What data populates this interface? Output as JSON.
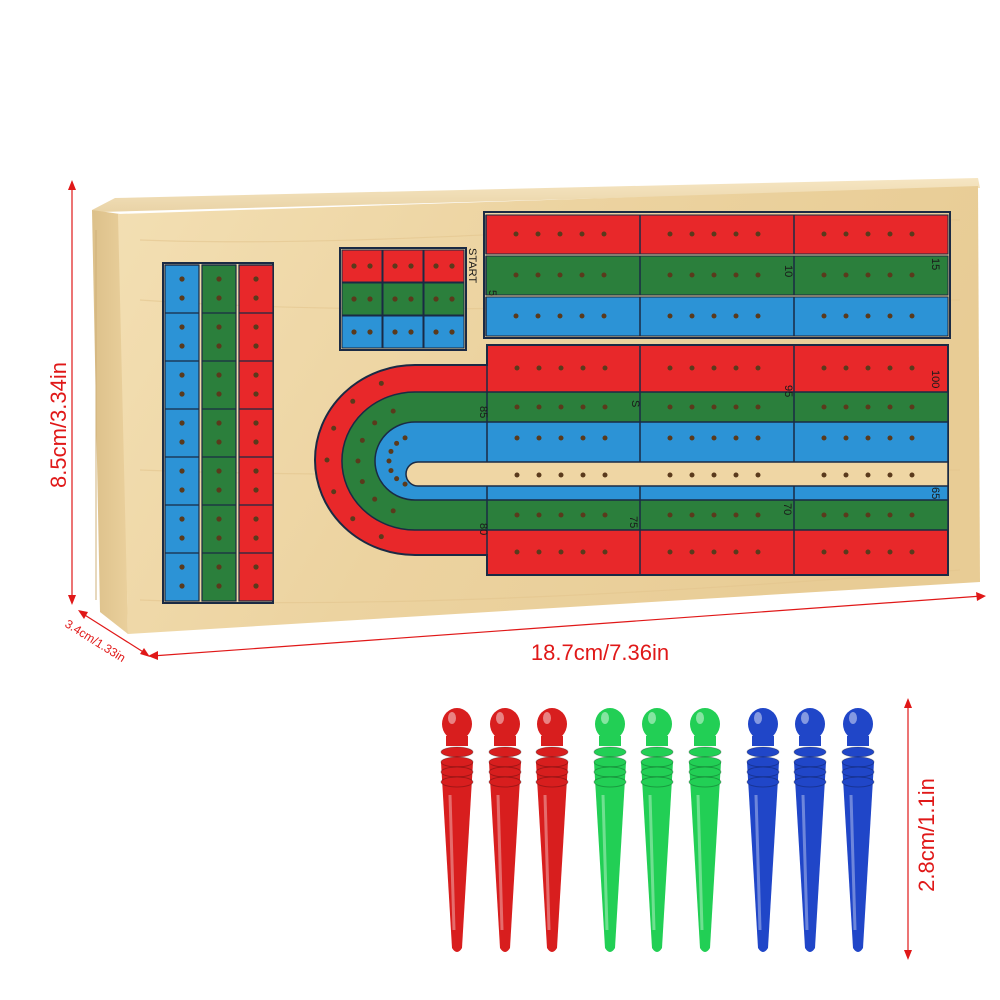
{
  "dimensions": {
    "height": "8.5cm/3.34in",
    "width": "18.7cm/7.36in",
    "depth": "3.4cm/1.33in",
    "peg_length": "2.8cm/1.1in"
  },
  "board": {
    "start_label": "START",
    "track_numbers": [
      "5",
      "10",
      "15",
      "85",
      "S",
      "95",
      "100",
      "80",
      "75",
      "70",
      "65"
    ]
  },
  "colors": {
    "red": "#e8282a",
    "green": "#2b7f3c",
    "blue": "#2c93d6",
    "wood": "#efd6a4",
    "dimension_text": "#e01818",
    "peg_red": "#d81e1e",
    "peg_green": "#22cf55",
    "peg_blue": "#2046c8"
  },
  "pegs": [
    "red",
    "red",
    "red",
    "green",
    "green",
    "green",
    "blue",
    "blue",
    "blue"
  ]
}
